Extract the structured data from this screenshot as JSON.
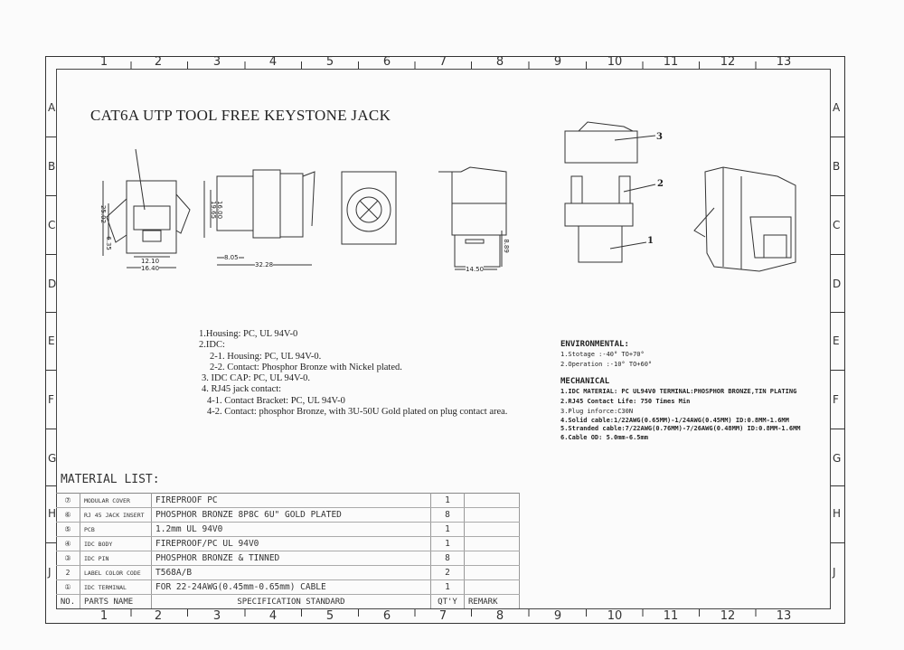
{
  "title": "CAT6A UTP TOOL FREE KEYSTONE JACK",
  "columns": [
    "1",
    "2",
    "3",
    "4",
    "5",
    "6",
    "7",
    "8",
    "9",
    "10",
    "11",
    "12",
    "13"
  ],
  "rows": [
    "A",
    "B",
    "C",
    "D",
    "E",
    "F",
    "G",
    "H",
    "J"
  ],
  "dimensions": {
    "front_height": "25.02",
    "front_lower": "6.35",
    "front_inner_width": "12.10",
    "front_width": "16.40",
    "side_inner": "16.00",
    "side_height": "19.65",
    "side_offset": "8.05",
    "side_length": "32.28",
    "rear_width": "14.50",
    "rear_height": "8.89"
  },
  "callouts": [
    "1",
    "2",
    "3"
  ],
  "notes": [
    "1.Housing: PC, UL 94V-0",
    "2.IDC:",
    "2-1. Housing: PC, UL 94V-0.",
    "2-2. Contact: Phosphor Bronze with Nickel plated.",
    "3.  IDC CAP: PC, UL 94V-0.",
    "4.  RJ45 jack contact:",
    "4-1. Contact Bracket: PC, UL 94V-0",
    "4-2. Contact: phosphor Bronze, with 3U-50U Gold plated on plug contact area."
  ],
  "environmental": {
    "heading": "ENVIRONMENTAL:",
    "items": [
      "1.Stotage    :-40° TO+70°",
      "2.Operation :-10° TO+60°"
    ]
  },
  "mechanical": {
    "heading": "MECHANICAL",
    "items": [
      "1.IDC MATERIAL: PC UL94V0 TERMINAL:PHOSPHOR BRONZE,TIN PLATING",
      "2.RJ45 Contact Life: 750 Times Min",
      "3.Plug inforce:C30N",
      "4.Solid cable:1/22AWG(0.65MM)-1/24AWG(0.45MM) ID:0.8MM-1.6MM",
      "5.Stranded cable:7/22AWG(0.76MM)-7/26AWG(0.48MM) ID:0.8MM-1.6MM",
      "6.Cable OD: 5.0mm-6.5mm"
    ]
  },
  "material_list": {
    "heading": "MATERIAL LIST:",
    "rows": [
      {
        "no": "⑦",
        "name": "MODULAR COVER",
        "spec": "FIREPROOF PC",
        "qty": "1",
        "remark": ""
      },
      {
        "no": "⑥",
        "name": "RJ 45 JACK INSERT",
        "spec": "PHOSPHOR BRONZE 8P8C  6U\" GOLD PLATED",
        "qty": "8",
        "remark": ""
      },
      {
        "no": "⑤",
        "name": "PCB",
        "spec": "1.2mm UL 94V0",
        "qty": "1",
        "remark": ""
      },
      {
        "no": "④",
        "name": "IDC BODY",
        "spec": "FIREPROOF/PC  UL 94V0",
        "qty": "1",
        "remark": ""
      },
      {
        "no": "③",
        "name": "IDC PIN",
        "spec": "PHOSPHOR BRONZE & TINNED",
        "qty": "8",
        "remark": ""
      },
      {
        "no": "2",
        "name": "LABEL COLOR CODE",
        "spec": "T568A/B",
        "qty": "2",
        "remark": ""
      },
      {
        "no": "①",
        "name": "IDC TERMINAL",
        "spec": "FOR 22-24AWG(0.45mm-0.65mm) CABLE",
        "qty": "1",
        "remark": ""
      }
    ],
    "header": {
      "no": "NO.",
      "name": "PARTS NAME",
      "spec": "SPECIFICATION STANDARD",
      "qty": "QT'Y",
      "remark": "REMARK"
    }
  }
}
